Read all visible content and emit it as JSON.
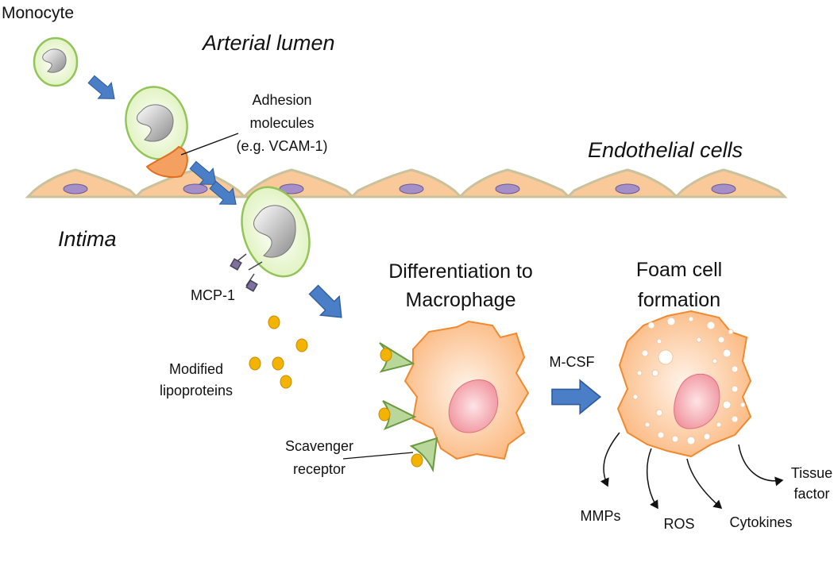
{
  "labels": {
    "monocyte": "Monocyte",
    "arterial_lumen": "Arterial lumen",
    "adhesion": [
      "Adhesion",
      "molecules",
      "(e.g. VCAM-1)"
    ],
    "endothelial_cells": "Endothelial cells",
    "intima": "Intima",
    "mcp1": "MCP-1",
    "modified_lipoproteins": [
      "Modified",
      "lipoproteins"
    ],
    "differentiation": [
      "Differentiation to",
      "Macrophage"
    ],
    "scavenger": [
      "Scavenger",
      "receptor"
    ],
    "mcsf": "M-CSF",
    "foam_cell": [
      "Foam cell",
      "formation"
    ],
    "mmps": "MMPs",
    "ros": "ROS",
    "cytokines": "Cytokines",
    "tissue_factor": [
      "Tissue",
      "factor"
    ]
  },
  "colors": {
    "arrow": "#4a7fc8",
    "monocyte_fill": "#e8f6cc",
    "monocyte_stroke": "#93c45a",
    "endothelial_fill": "#f9c99a",
    "endothelial_stroke": "#c9c29c",
    "endothelial_nucleus": "#a58fc9",
    "macrophage_fill": "#fbc08c",
    "macrophage_stroke": "#f08a30",
    "nucleus_pink": "#f4a0a8",
    "lipoprotein": "#f2b400",
    "receptor_green": "#b9d79a"
  }
}
